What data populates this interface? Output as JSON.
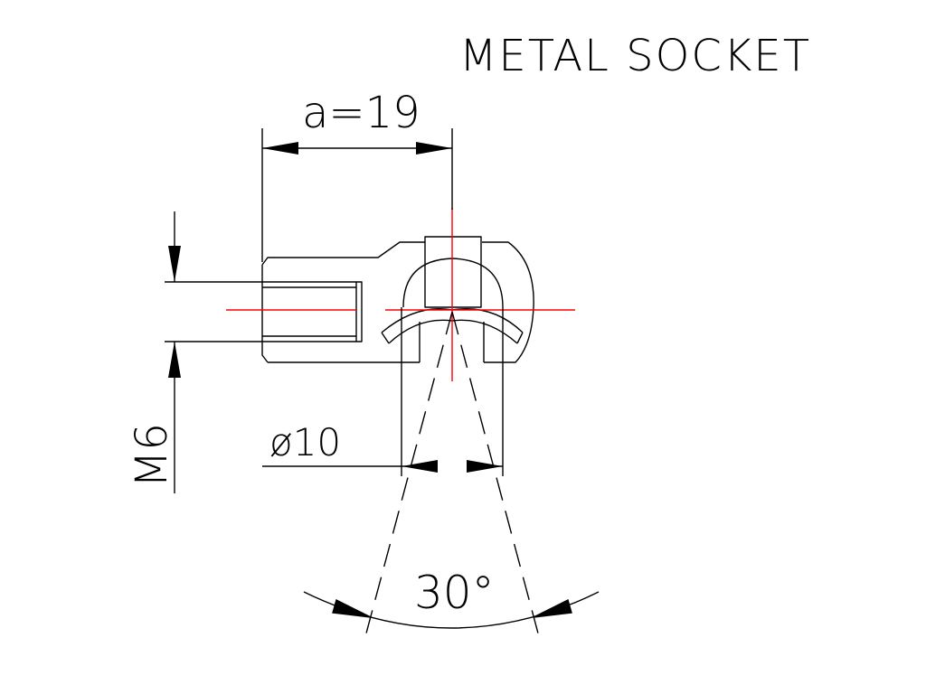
{
  "title": "METAL SOCKET",
  "dimensions": {
    "length_label": "a=19",
    "thread_label": "M6",
    "diameter_label": "ø10",
    "angle_label": "30°"
  },
  "colors": {
    "outline": "#000000",
    "centerline": "#ff0000",
    "background": "#ffffff"
  }
}
